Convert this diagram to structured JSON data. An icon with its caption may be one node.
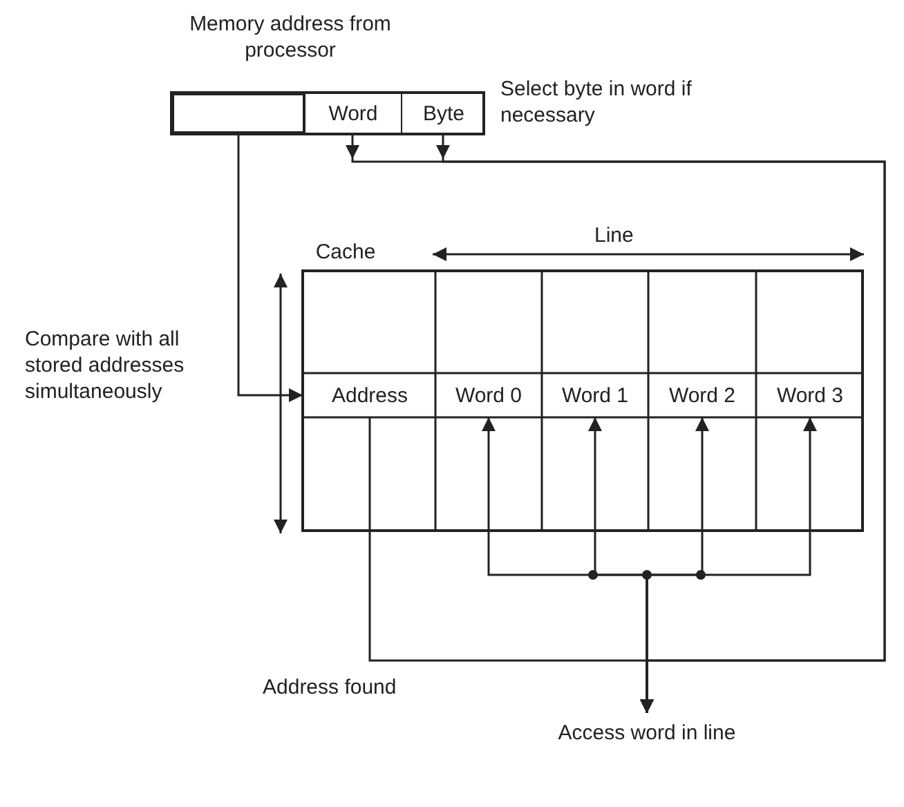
{
  "diagram": {
    "nodes": [
      {
        "text": [
          "Memory address from processor"
        ]
      },
      {
        "text": [],
        "shape": "box",
        "in": 0
      },
      {
        "text": [
          "Word"
        ],
        "in": 0
      },
      {
        "text": [
          "Byte"
        ],
        "in": 0,
        "beside": [
          "Select byte in word if necessary"
        ]
      },
      {
        "text": [
          "Cache"
        ]
      },
      {
        "text": [
          "Address"
        ],
        "in": 4
      },
      {
        "text": [
          "Word 0"
        ],
        "in": 4
      },
      {
        "text": [
          "Word 1"
        ],
        "in": 4
      },
      {
        "text": [
          "Word 2"
        ],
        "in": 4
      },
      {
        "text": [
          "Word 3"
        ],
        "in": 4
      },
      {
        "text": [
          "Access word in line"
        ]
      }
    ],
    "edges": [
      {
        "from": 1,
        "to": 5,
        "arrow": "to"
      },
      {
        "from": 2,
        "to": 10,
        "arrow": "to"
      },
      {
        "from": 3,
        "to": 10,
        "arrow": "to"
      },
      {
        "from": 5,
        "to": 10,
        "arrow": "to"
      },
      {
        "from": 6,
        "to": 10,
        "arrow": "both"
      },
      {
        "from": 7,
        "to": 10,
        "arrow": "both"
      },
      {
        "from": 8,
        "to": 10,
        "arrow": "both"
      },
      {
        "from": 9,
        "to": 10,
        "arrow": "both"
      }
    ],
    "labels": [
      "Line",
      "Compare with all stored addresses simultaneously",
      "Address found"
    ]
  }
}
